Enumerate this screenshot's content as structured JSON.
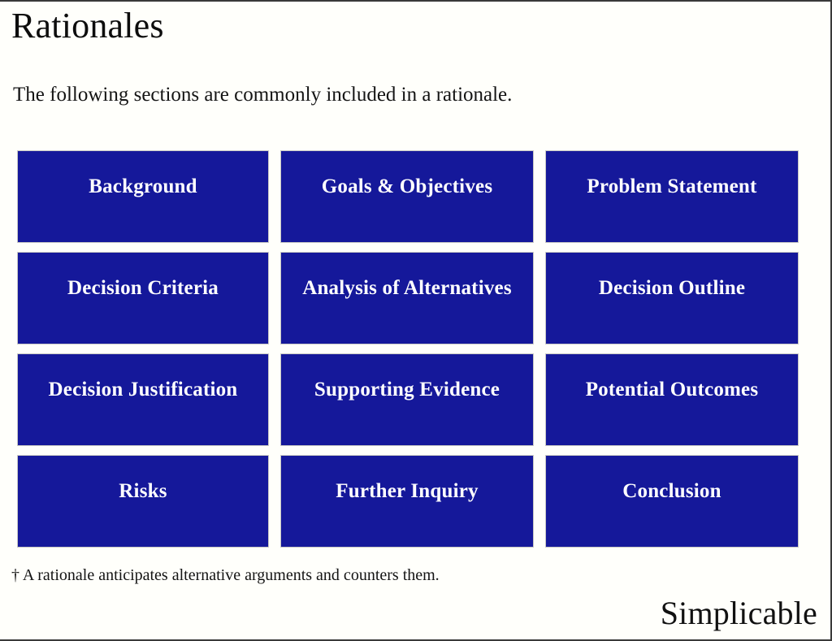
{
  "slide": {
    "title": "Rationales",
    "subtitle": "The following sections are commonly included in a rationale.",
    "footnote": "† A rationale anticipates alternative arguments and counters them.",
    "brand": "Simplicable",
    "colors": {
      "box_fill": "#15189a",
      "box_border": "#c9c9c4",
      "box_text": "#ffffff",
      "page_background": "#fffffb",
      "page_border": "#3a3a3a",
      "body_text": "#131313"
    }
  },
  "sections": [
    {
      "label": "Background"
    },
    {
      "label": "Goals & Objectives"
    },
    {
      "label": "Problem Statement"
    },
    {
      "label": "Decision Criteria"
    },
    {
      "label": "Analysis of Alternatives"
    },
    {
      "label": "Decision Outline"
    },
    {
      "label": "Decision Justification"
    },
    {
      "label": "Supporting Evidence"
    },
    {
      "label": "Potential Outcomes"
    },
    {
      "label": "Risks"
    },
    {
      "label": "Further Inquiry"
    },
    {
      "label": "Conclusion"
    }
  ]
}
